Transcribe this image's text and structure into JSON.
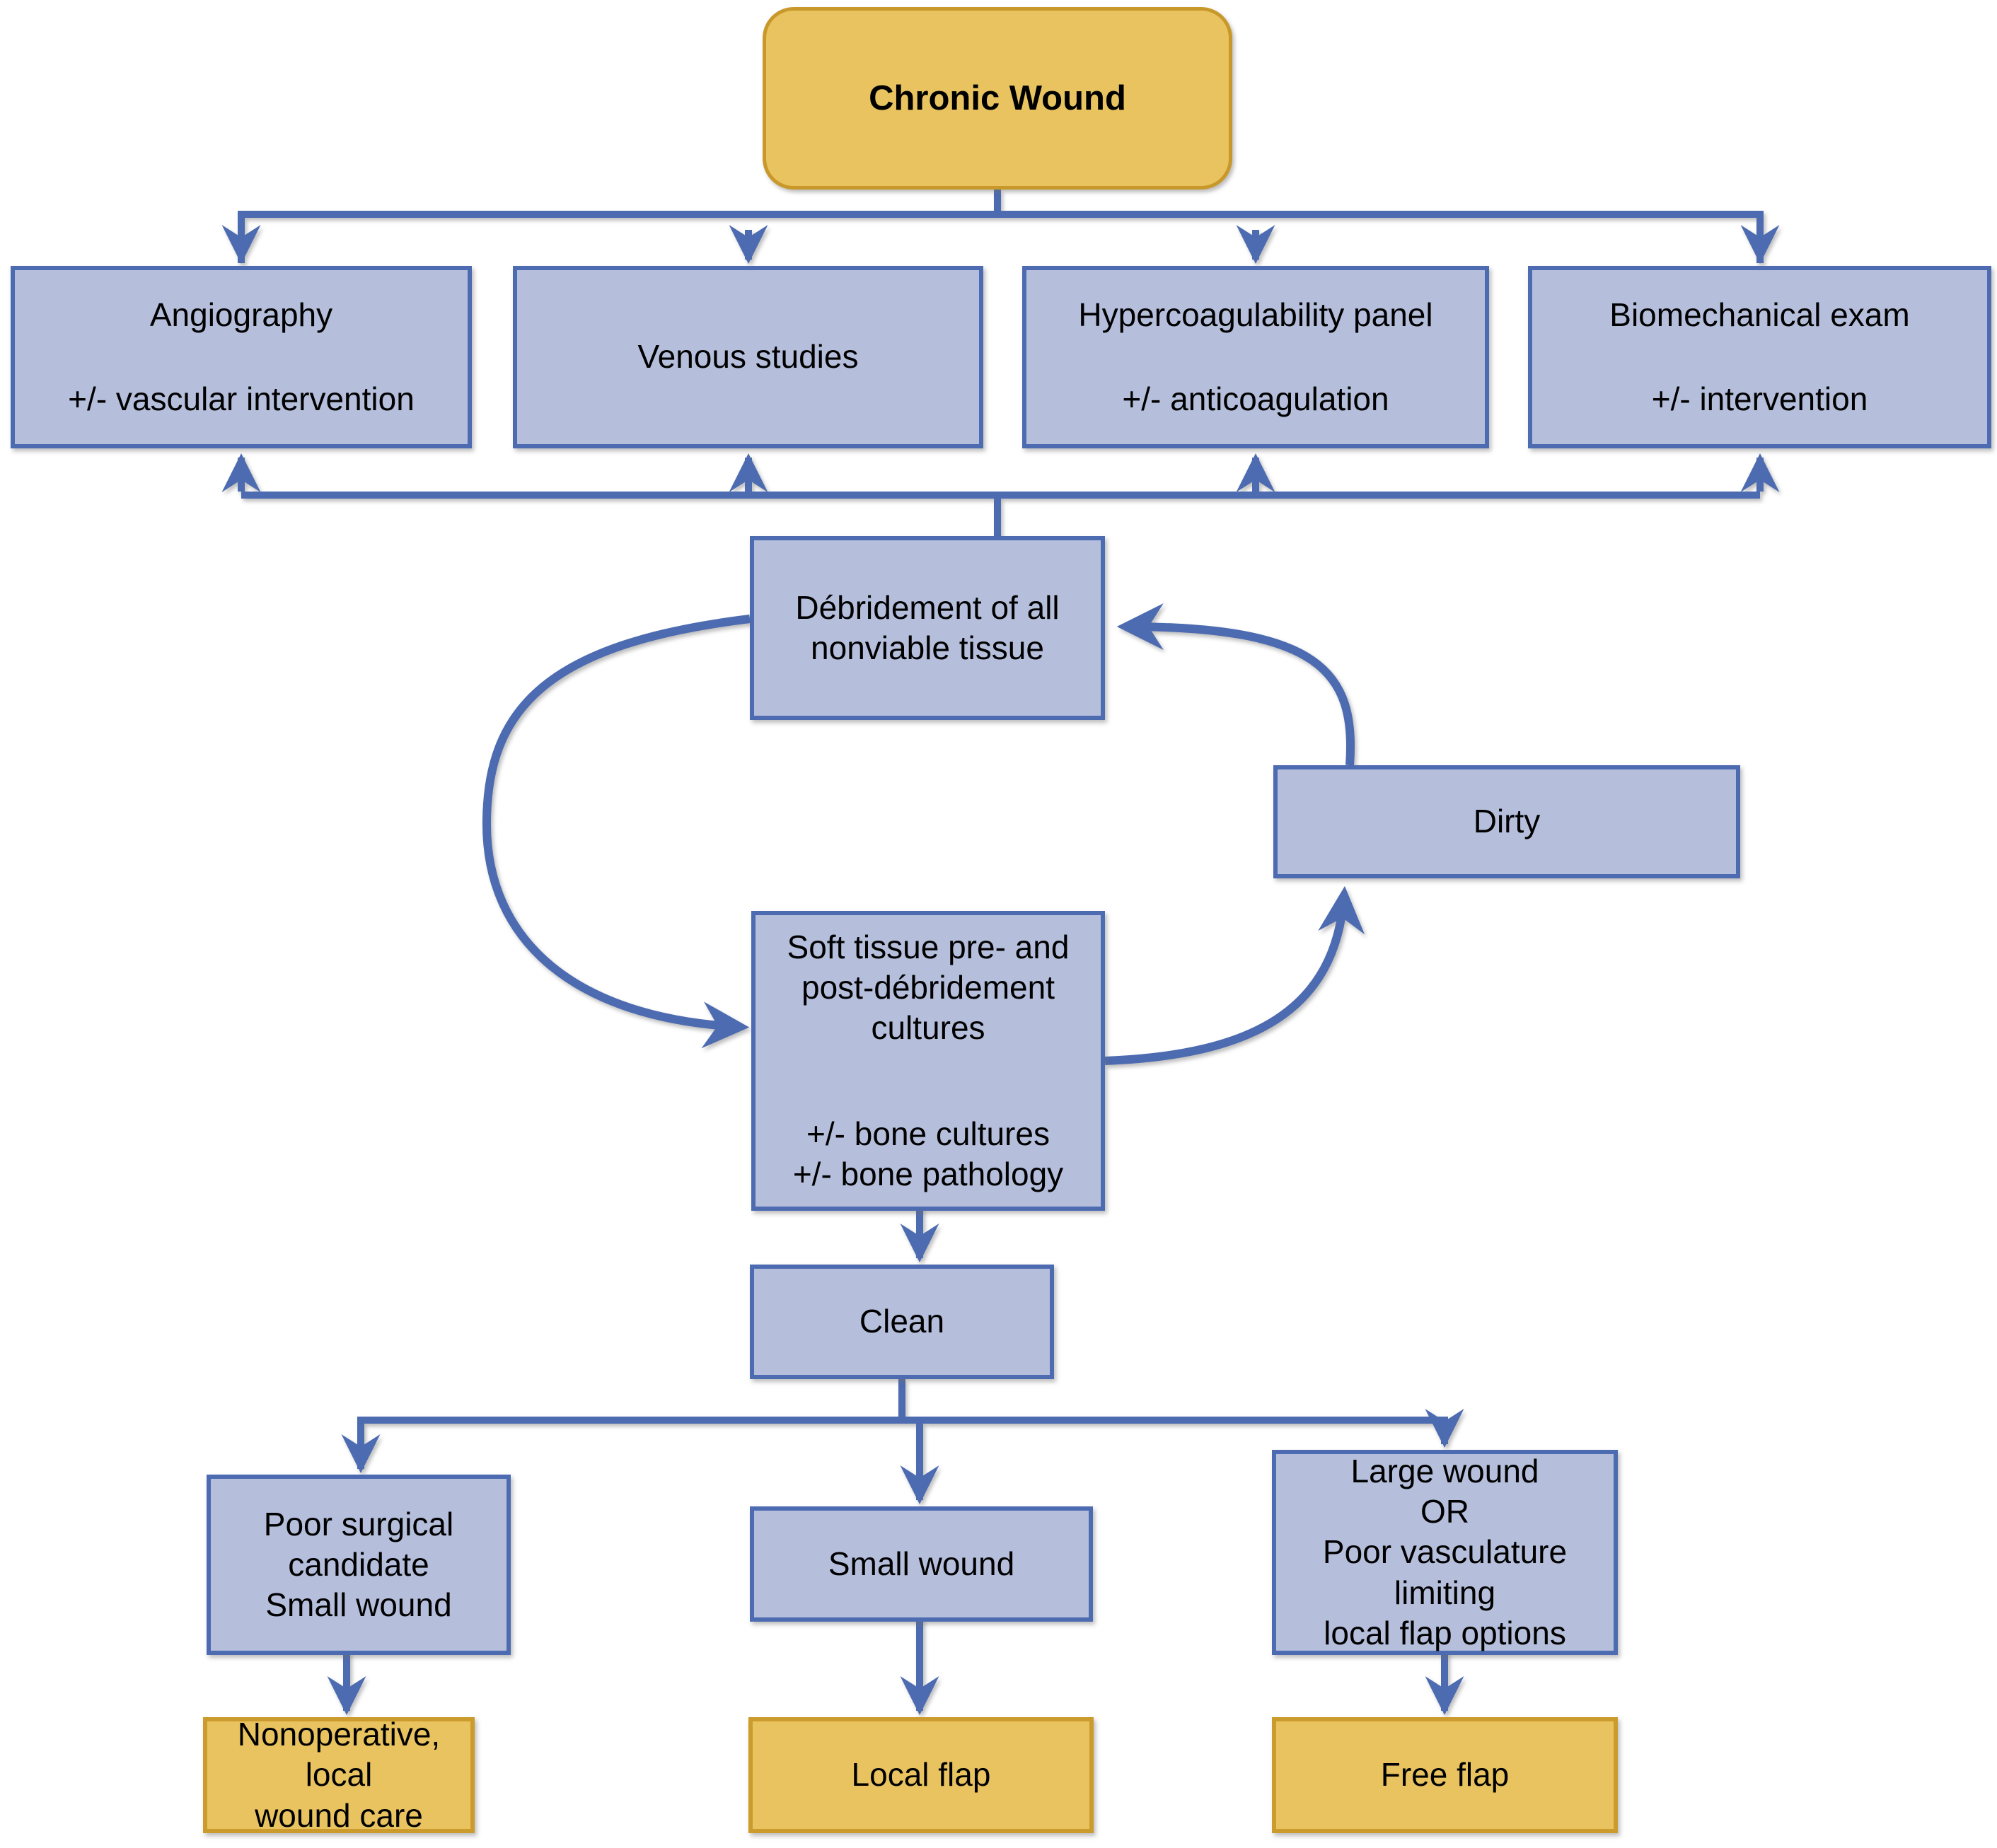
{
  "diagram": {
    "kind": "flowchart",
    "topic": "Chronic wound management algorithm",
    "colors": {
      "node_fill_blue": "#b5bfdc",
      "node_border_blue": "#4d6bb1",
      "node_fill_gold": "#e8c35f",
      "node_border_gold": "#cc9b2d",
      "arrow": "#4d6bb1",
      "text": "#000000",
      "background": "#ffffff"
    },
    "nodes": {
      "chronic_wound": {
        "lines": [
          "Chronic Wound"
        ]
      },
      "angiography": {
        "lines": [
          "Angiography",
          "+/- vascular intervention"
        ]
      },
      "venous_studies": {
        "lines": [
          "Venous studies"
        ]
      },
      "hypercoagulability": {
        "lines": [
          "Hypercoagulability panel",
          "+/- anticoagulation"
        ]
      },
      "biomechanical": {
        "lines": [
          "Biomechanical exam",
          "+/- intervention"
        ]
      },
      "debridement": {
        "lines": [
          "Débridement of all",
          "nonviable tissue"
        ]
      },
      "dirty": {
        "lines": [
          "Dirty"
        ]
      },
      "cultures": {
        "lines": [
          "Soft tissue pre- and",
          "post-débridement",
          "cultures"
        ],
        "extra_lines": [
          "+/- bone cultures",
          "+/- bone pathology"
        ]
      },
      "clean": {
        "lines": [
          "Clean"
        ]
      },
      "poor_candidate": {
        "lines": [
          "Poor surgical candidate",
          "Small wound"
        ]
      },
      "small_wound": {
        "lines": [
          "Small wound"
        ]
      },
      "large_wound": {
        "lines": [
          "Large wound",
          "OR",
          "Poor vasculature limiting",
          "local flap options"
        ]
      },
      "nonoperative": {
        "lines": [
          "Nonoperative, local",
          "wound care"
        ]
      },
      "local_flap": {
        "lines": [
          "Local flap"
        ]
      },
      "free_flap": {
        "lines": [
          "Free flap"
        ]
      }
    }
  }
}
